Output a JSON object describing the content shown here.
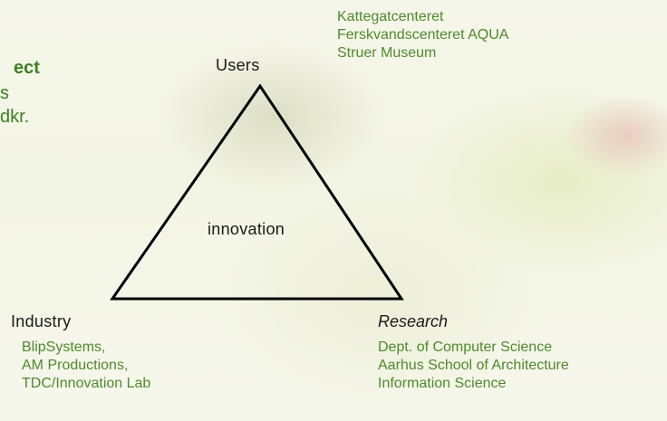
{
  "left_fragment": {
    "line1": "ect",
    "line2": "s",
    "line3": "dkr."
  },
  "nodes": {
    "users": {
      "label": "Users",
      "members": [
        "Kattegatcenteret",
        "Ferskvandscenteret AQUA",
        "Struer Museum"
      ]
    },
    "industry": {
      "label": "Industry",
      "members": [
        "BlipSystems,",
        "AM Productions,",
        "TDC/Innovation Lab"
      ]
    },
    "research": {
      "label": "Research",
      "members": [
        "Dept. of Computer Science",
        "Aarhus School of Architecture",
        "Information Science"
      ]
    }
  },
  "center": {
    "label": "innovation"
  },
  "colors": {
    "member_text": "#4e8a2c",
    "label_text": "#1a1a1a",
    "triangle_stroke": "#000000"
  }
}
